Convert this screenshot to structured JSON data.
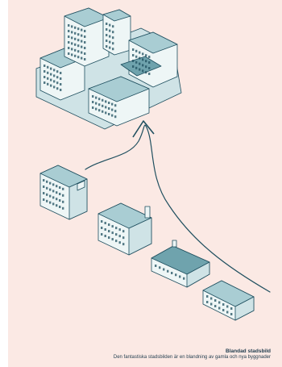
{
  "colors": {
    "background": "#fbe9e4",
    "ink": "#1f4f5f",
    "wall": "#eef6f6",
    "wall_shade": "#cfe3e6",
    "roof": "#a9cdd3",
    "roof_dark": "#6fa3ad"
  },
  "caption": {
    "title": "Blandad stadsbild",
    "text": "Den fantastiska stadsbilden är en blandning av gamla och nya byggnader"
  },
  "illustration": {
    "items": [
      "city-block",
      "apartment-tower",
      "brick-building",
      "industrial-hall",
      "row-houses",
      "growth-arrow"
    ]
  }
}
